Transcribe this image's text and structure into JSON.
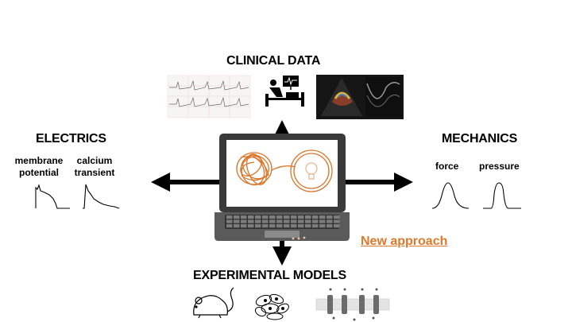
{
  "center": {
    "icon": "laptop-icon",
    "screen_content": [
      "tangled-thread-icon",
      "lightbulb-icon"
    ]
  },
  "clinical": {
    "title": "CLINICAL DATA",
    "images": [
      "ecg-trace-image",
      "patient-monitor-icon",
      "echocardiogram-image"
    ]
  },
  "electrics": {
    "title": "ELECTRICS",
    "membrane_label": "membrane\npotential",
    "calcium_label": "calcium\ntransient"
  },
  "mechanics": {
    "title": "MECHANICS",
    "force_label": "force",
    "pressure_label": "pressure"
  },
  "experimental": {
    "title": "EXPERIMENTAL MODELS",
    "images": [
      "mouse-icon",
      "cells-icon",
      "ion-channel-icon"
    ]
  },
  "new_approach": {
    "label": "New approach",
    "color": "#e0782c"
  },
  "colors": {
    "thread": "#d9762b",
    "arrow": "#000000",
    "laptop": "#3a3a3a"
  }
}
